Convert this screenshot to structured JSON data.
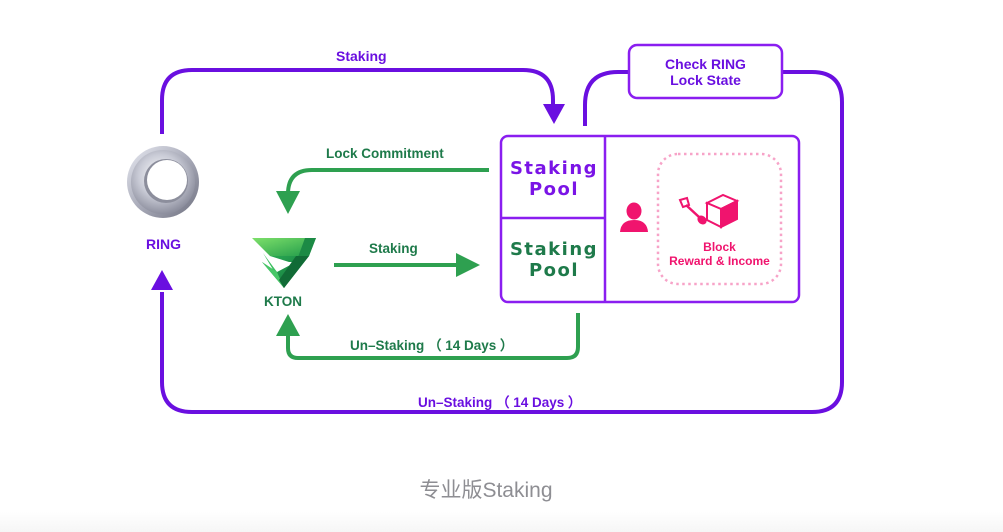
{
  "diagram": {
    "ring_label": "RING",
    "kton_label": "KTON",
    "top_staking_label": "Staking",
    "check_box": {
      "line1": "Check RING",
      "line2": "Lock State"
    },
    "lock_commitment_label": "Lock Commitment",
    "kton_staking_label": "Staking",
    "pool_top": {
      "line1": "Staking",
      "line2": "Pool"
    },
    "pool_bottom": {
      "line1": "Staking",
      "line2": "Pool"
    },
    "reward": {
      "line1": "Block",
      "line2": "Reward & Income"
    },
    "kton_unstaking_label": "Un–Staking （ 14 Days ）",
    "ring_unstaking_label": "Un–Staking （ 14 Days ）",
    "icons": [
      "ring-token-icon",
      "kton-token-icon",
      "user-icon",
      "shovel-icon",
      "block-cube-icon"
    ]
  },
  "caption": "专业版Staking",
  "colors": {
    "purple": "#6a0fe0",
    "purple_box": "#8a1ef0",
    "green": "#2ea050",
    "green_text": "#1e7a4a",
    "pink": "#f0146e",
    "pink_dotted": "#f7a3c8",
    "caption_gray": "#8e8e93"
  }
}
